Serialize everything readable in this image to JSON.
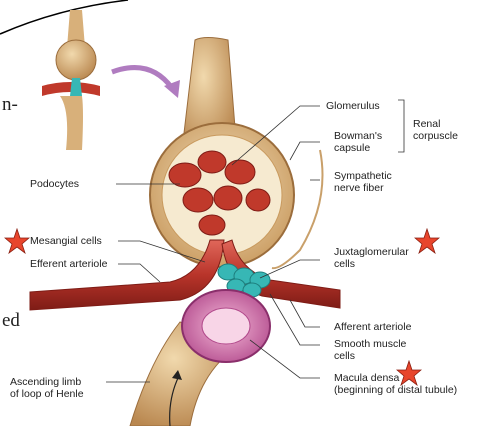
{
  "labels": {
    "glomerulus": "Glomerulus",
    "bowmans_capsule": "Bowman's\ncapsule",
    "renal_corpuscle": "Renal\ncorpuscle",
    "podocytes": "Podocytes",
    "sympathetic_nerve_fiber": "Sympathetic\nnerve fiber",
    "mesangial_cells": "Mesangial cells",
    "efferent_arteriole": "Efferent arteriole",
    "juxtaglomerular_cells": "Juxtaglomerular\ncells",
    "afferent_arteriole": "Afferent arteriole",
    "smooth_muscle_cells": "Smooth muscle\ncells",
    "macula_densa": "Macula densa\n(beginning of distal tubule)",
    "ascending_limb": "Ascending limb\nof loop of Henle"
  },
  "fragments": {
    "left_top": "n-",
    "left_bottom": "ed"
  },
  "colors": {
    "star": "#e8452c",
    "tubule": "#c9a06a",
    "vessel": "#c0392b",
    "jg_cells": "#37b7b5",
    "macula": "#c2569a",
    "arrow": "#b07cc0"
  }
}
